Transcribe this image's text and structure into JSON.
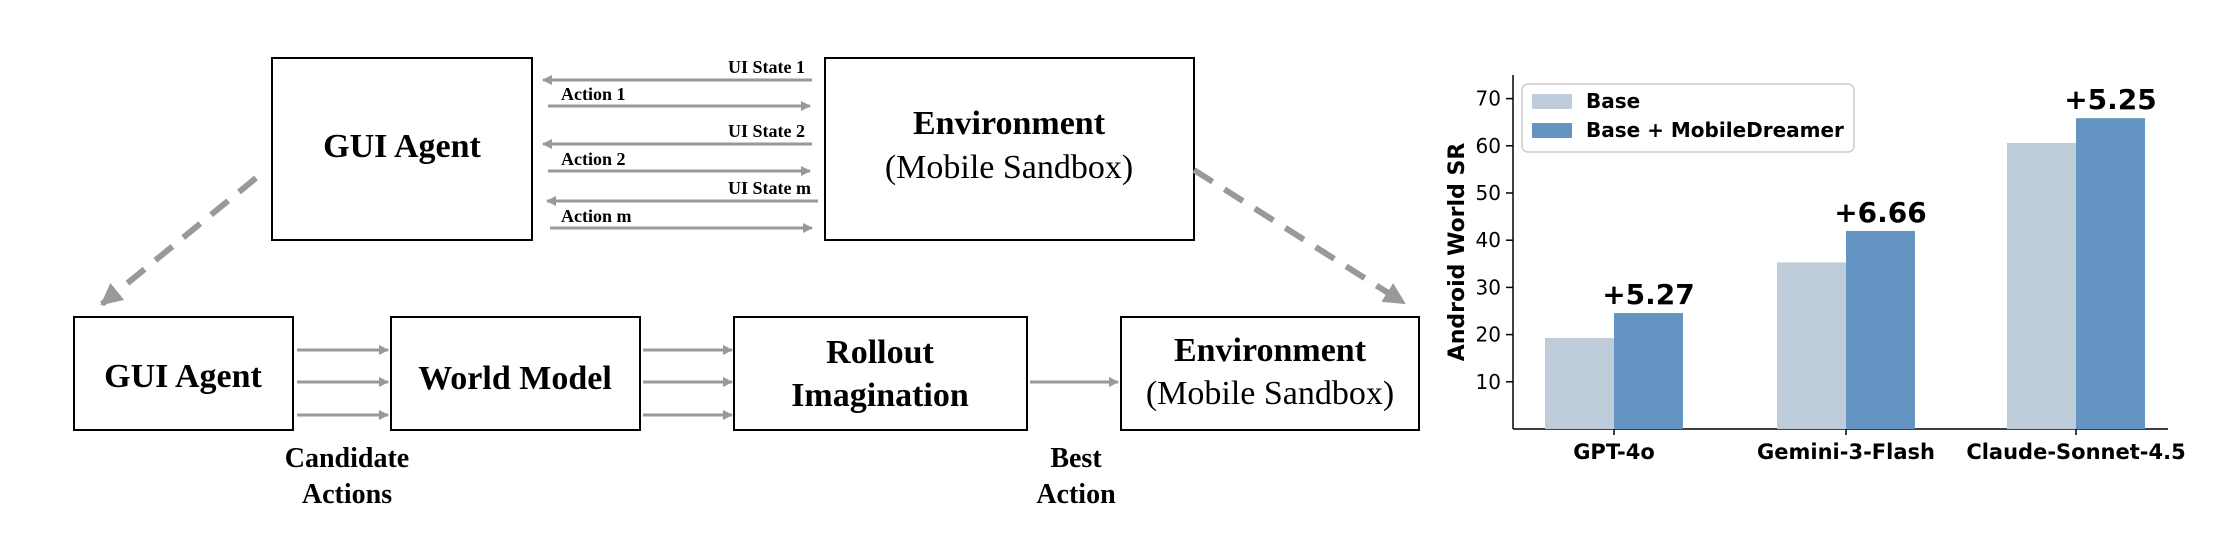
{
  "diagram": {
    "top_agent": "GUI Agent",
    "top_env_title": "Environment",
    "top_env_sub": "(Mobile Sandbox)",
    "arrows": {
      "ui_state_1": "UI State 1",
      "action_1": "Action 1",
      "ui_state_2": "UI State 2",
      "action_2": "Action 2",
      "ui_state_m": "UI State m",
      "action_m": "Action m"
    },
    "bottom": {
      "agent": "GUI Agent",
      "world_model": "World Model",
      "rollout_line1": "Rollout",
      "rollout_line2": "Imagination",
      "env_title": "Environment",
      "env_sub": "(Mobile Sandbox)",
      "candidate_line1": "Candidate",
      "candidate_line2": "Actions",
      "best_line1": "Best",
      "best_line2": "Action"
    },
    "colors": {
      "arrow": "#999999",
      "box_border": "#000000"
    }
  },
  "chart_data": {
    "type": "bar",
    "categories": [
      "GPT-4o",
      "Gemini-3-Flash",
      "Claude-Sonnet-4.5"
    ],
    "series": [
      {
        "name": "Base",
        "values": [
          19.3,
          35.3,
          60.6
        ],
        "color": "#bfcddb"
      },
      {
        "name": "Base + MobileDreamer",
        "values": [
          24.57,
          41.96,
          65.85
        ],
        "color": "#6495c2"
      }
    ],
    "annotations": [
      "+5.27",
      "+6.66",
      "+5.25"
    ],
    "ylabel": "Android World SR",
    "xlabel": "",
    "yticks": [
      10,
      20,
      30,
      40,
      50,
      60,
      70
    ],
    "ylim": [
      0,
      75
    ],
    "legend": "top-left",
    "grid": false
  }
}
